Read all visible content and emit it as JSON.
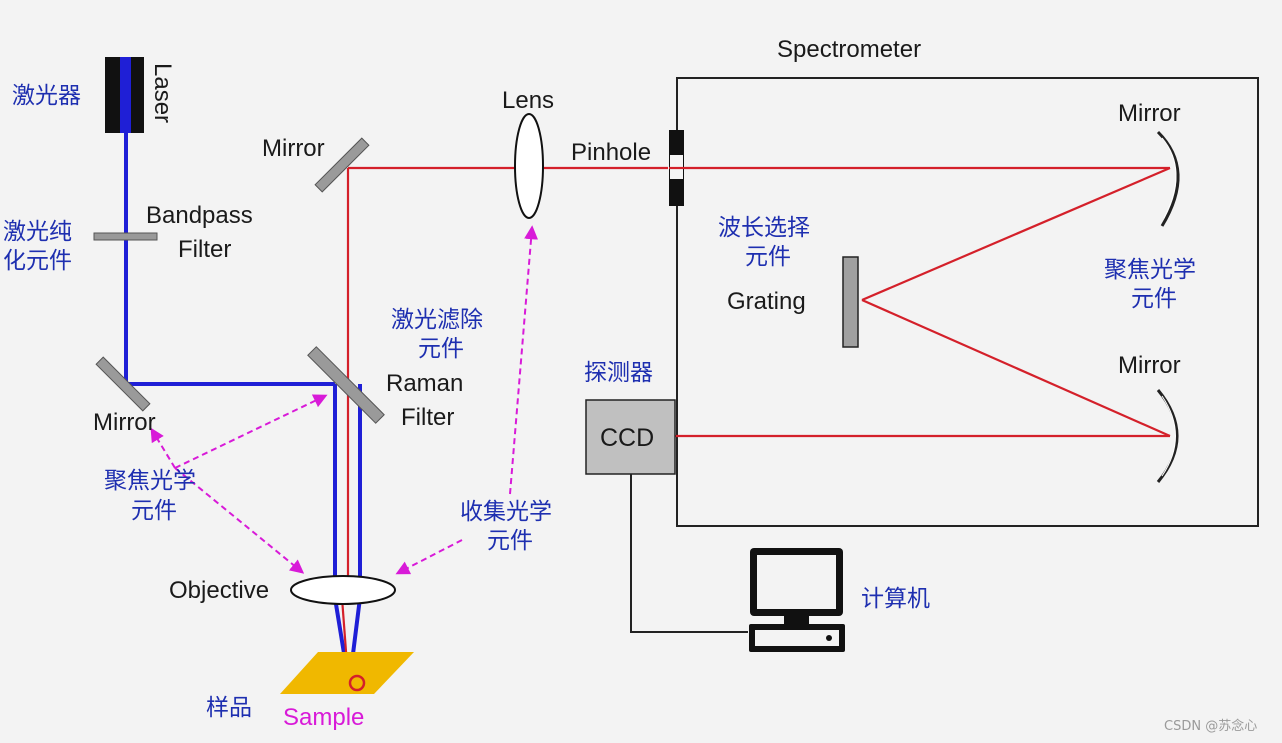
{
  "labels": {
    "laser_cn": "激光器",
    "laser_en": "Laser",
    "purify_cn_1": "激光纯",
    "purify_cn_2": "化元件",
    "bandpass_1": "Bandpass",
    "bandpass_2": "Filter",
    "mirror_left": "Mirror",
    "mirror_top": "Mirror",
    "lens": "Lens",
    "pinhole": "Pinhole",
    "spectrometer": "Spectrometer",
    "mirror_right_top": "Mirror",
    "mirror_right_bottom": "Mirror",
    "wavelength_cn_1": "波长选择",
    "wavelength_cn_2": "元件",
    "grating": "Grating",
    "focus_right_cn_1": "聚焦光学",
    "focus_right_cn_2": "元件",
    "filter_remove_cn_1": "激光滤除",
    "filter_remove_cn_2": "元件",
    "raman_1": "Raman",
    "raman_2": "Filter",
    "detector_cn": "探测器",
    "ccd": "CCD",
    "focus_left_cn_1": "聚焦光学",
    "focus_left_cn_2": "元件",
    "collect_cn_1": "收集光学",
    "collect_cn_2": "元件",
    "objective": "Objective",
    "computer_cn": "计算机",
    "sample_cn": "样品",
    "sample_en": "Sample",
    "watermark": "CSDN @苏念心"
  },
  "colors": {
    "laser_beam": "#1f1fd6",
    "raman_beam": "#d4202a",
    "annotation_arrow": "#d81ad8",
    "chinese_label": "#1e2fb0",
    "sample_plate": "#f0b800"
  }
}
